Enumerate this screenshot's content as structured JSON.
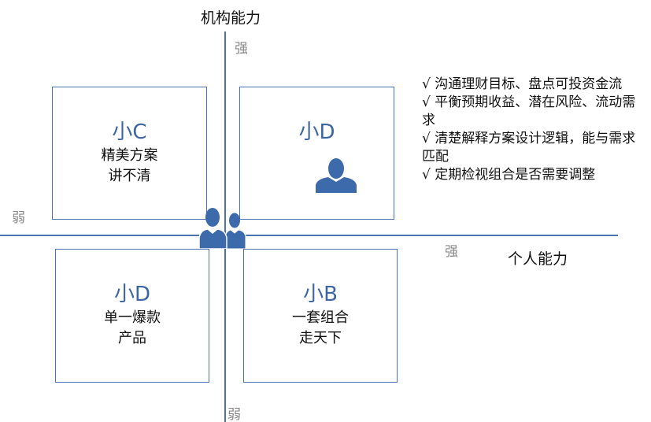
{
  "axes": {
    "vertical_title": "机构能力",
    "vertical_strong": "强",
    "vertical_weak": "弱",
    "horizontal_title": "个人能力",
    "horizontal_strong": "强",
    "horizontal_weak": "弱"
  },
  "quadrants": {
    "top_left": {
      "title": "小C",
      "line1": "精美方案",
      "line2": "讲不清"
    },
    "top_right": {
      "title": "小D"
    },
    "bottom_left": {
      "title": "小D",
      "line1": "单一爆款",
      "line2": "产品"
    },
    "bottom_right": {
      "title": "小B",
      "line1": "一套组合",
      "line2": "走天下"
    }
  },
  "checklist": [
    "√ 沟通理财目标、盘点可投资金流",
    "√ 平衡预期收益、潜在风险、流动需求",
    "√ 清楚解释方案设计逻辑，能与需求匹配",
    "√ 定期检视组合是否需要调整"
  ],
  "colors": {
    "accent": "#4a72b0",
    "icon": "#3d6aaa"
  }
}
